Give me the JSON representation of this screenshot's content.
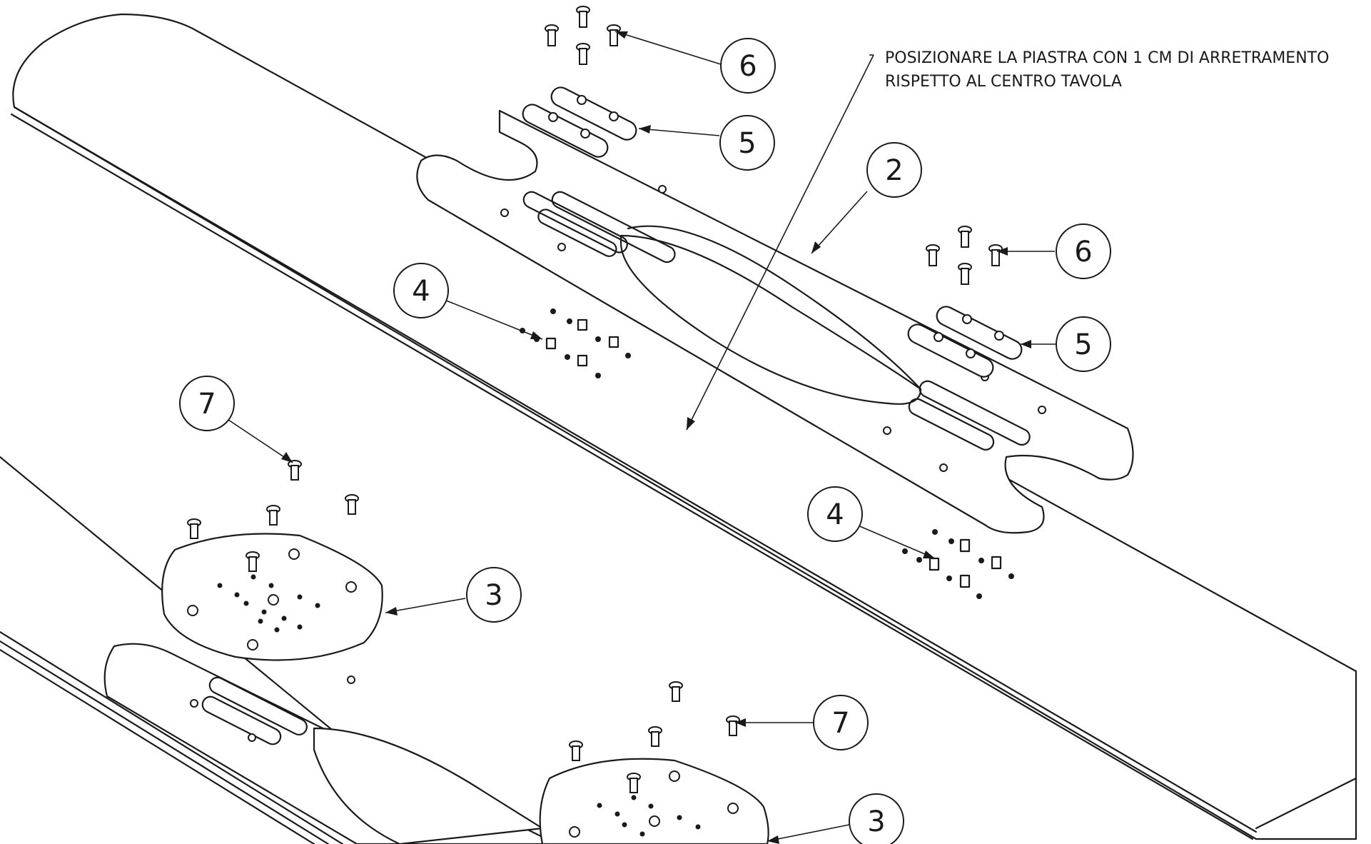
{
  "note": {
    "line1": "POSIZIONARE LA PIASTRA CON 1 CM DI ARRETRAMENTO",
    "line2": "RISPETTO AL CENTRO TAVOLA"
  },
  "balloons": {
    "b2": "2",
    "b3_upper": "3",
    "b3_lower": "3",
    "b4_left": "4",
    "b4_right": "4",
    "b5_upper": "5",
    "b5_lower": "5",
    "b6_upper": "6",
    "b6_lower": "6",
    "b7_upper": "7",
    "b7_lower": "7"
  }
}
